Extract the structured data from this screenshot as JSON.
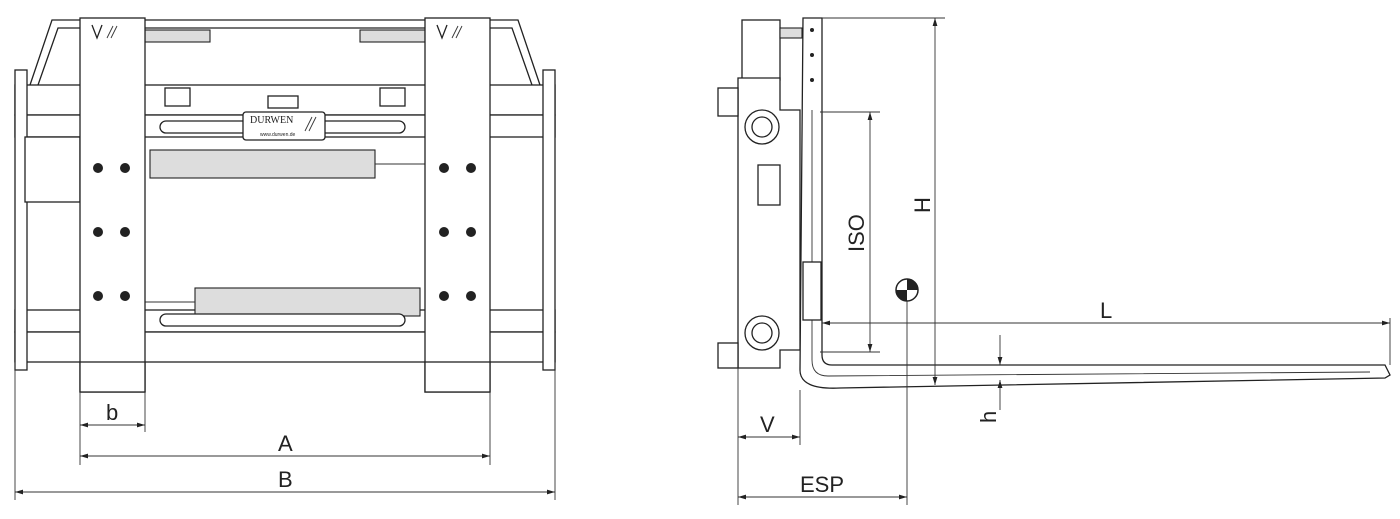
{
  "logo": {
    "brand": "DURWEN",
    "url": "www.durwen.de"
  },
  "front_view": {
    "dims": {
      "b": "b",
      "A": "A",
      "B": "B"
    }
  },
  "side_view": {
    "dims": {
      "V": "V",
      "ESP": "ESP",
      "ISO": "ISO",
      "H": "H",
      "L": "L",
      "h": "h"
    }
  },
  "colors": {
    "line": "#222222",
    "fill": "#ffffff"
  }
}
